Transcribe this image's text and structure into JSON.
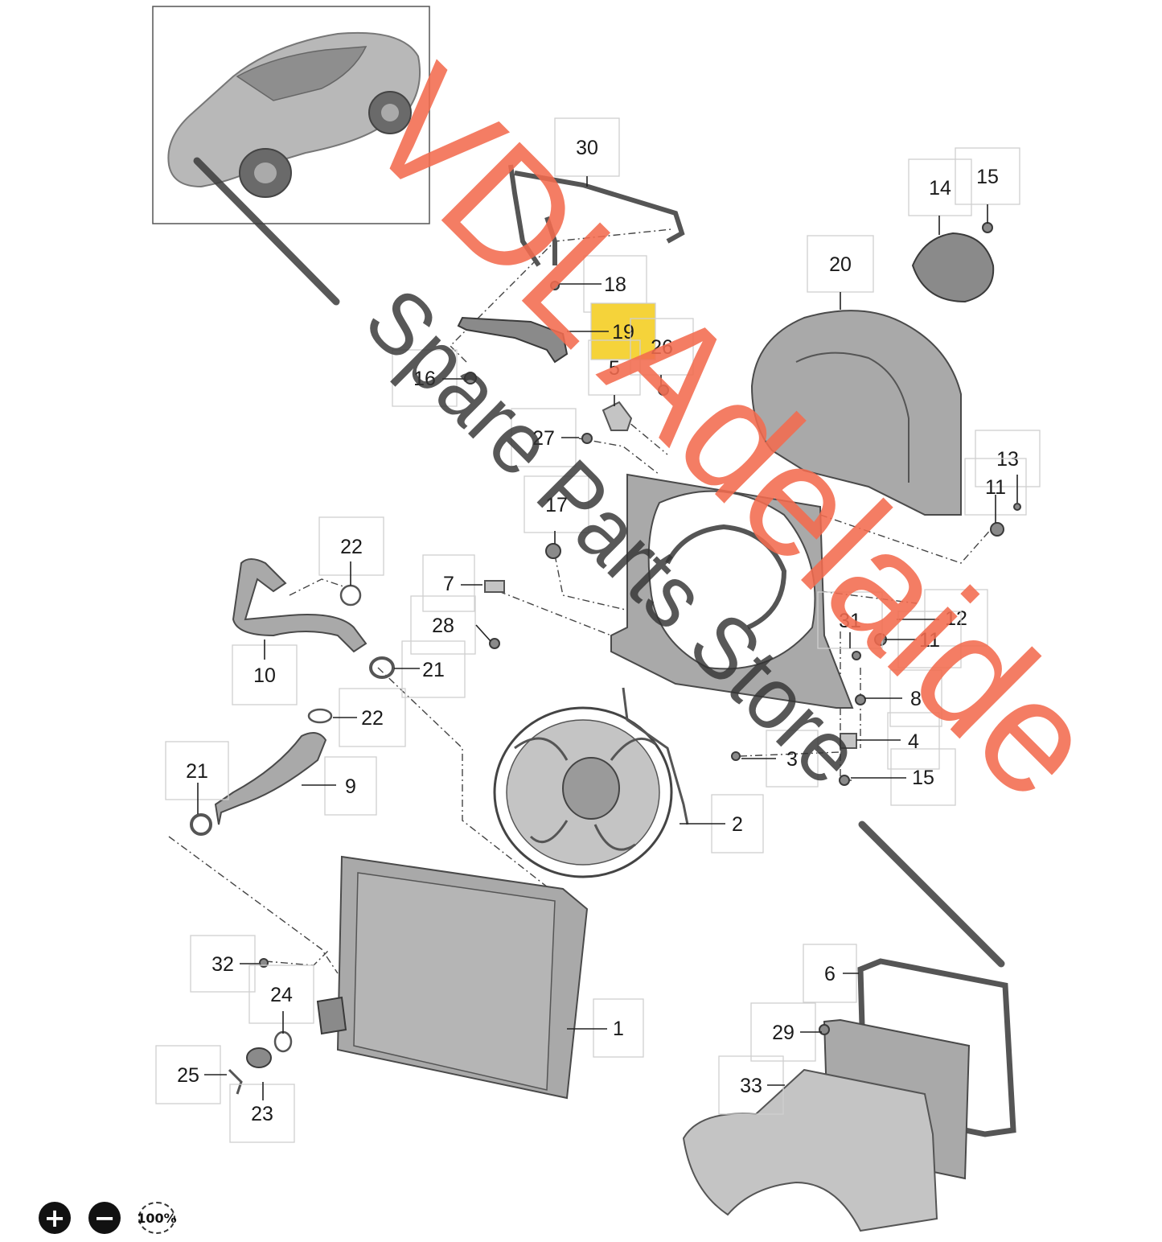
{
  "watermark": {
    "line1": "VDL Adelaide",
    "line2": "Spare Parts Store",
    "color1": "#f26b4f",
    "color2": "#333333"
  },
  "highlight_color": "#f5d33a",
  "zoom_controls": {
    "zoom_in": "+",
    "zoom_out": "−",
    "reset": "100%"
  },
  "callouts": [
    {
      "label": "30"
    },
    {
      "label": "14"
    },
    {
      "label": "15"
    },
    {
      "label": "20"
    },
    {
      "label": "18"
    },
    {
      "label": "19"
    },
    {
      "label": "26"
    },
    {
      "label": "16"
    },
    {
      "label": "5"
    },
    {
      "label": "27"
    },
    {
      "label": "13"
    },
    {
      "label": "11"
    },
    {
      "label": "17"
    },
    {
      "label": "22"
    },
    {
      "label": "7"
    },
    {
      "label": "28"
    },
    {
      "label": "31"
    },
    {
      "label": "12"
    },
    {
      "label": "11"
    },
    {
      "label": "10"
    },
    {
      "label": "21"
    },
    {
      "label": "8"
    },
    {
      "label": "22"
    },
    {
      "label": "4"
    },
    {
      "label": "21"
    },
    {
      "label": "9"
    },
    {
      "label": "3"
    },
    {
      "label": "15"
    },
    {
      "label": "2"
    },
    {
      "label": "32"
    },
    {
      "label": "24"
    },
    {
      "label": "1"
    },
    {
      "label": "6"
    },
    {
      "label": "29"
    },
    {
      "label": "25"
    },
    {
      "label": "33"
    },
    {
      "label": "23"
    }
  ]
}
